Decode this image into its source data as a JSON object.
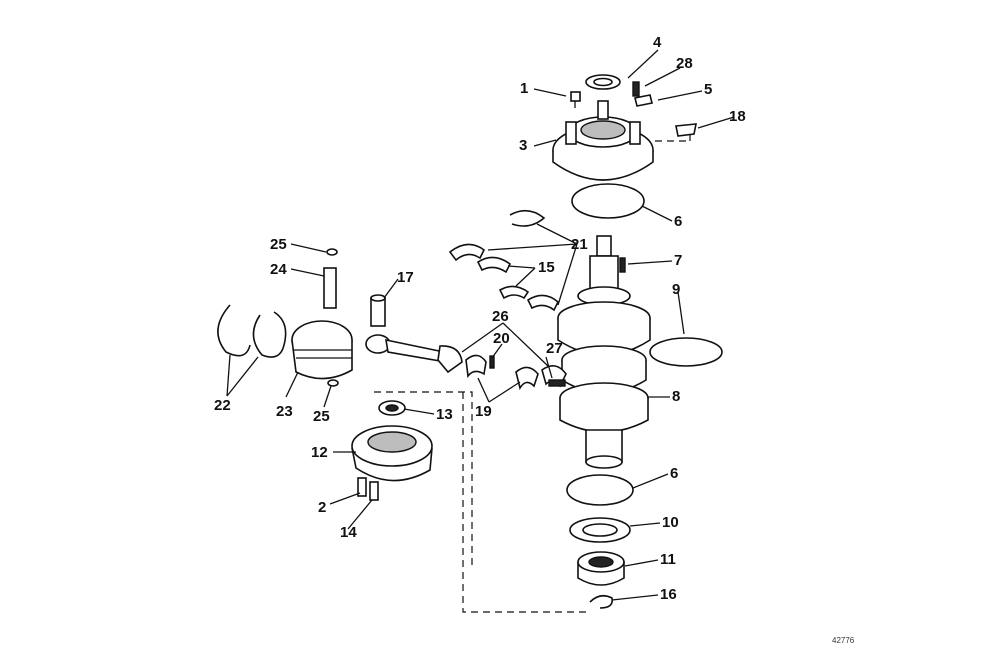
{
  "callouts": {
    "c1": "1",
    "c2": "2",
    "c3": "3",
    "c4": "4",
    "c5": "5",
    "c6a": "6",
    "c6b": "6",
    "c7": "7",
    "c8": "8",
    "c9": "9",
    "c10": "10",
    "c11": "11",
    "c12": "12",
    "c13": "13",
    "c14": "14",
    "c15": "15",
    "c16": "16",
    "c17": "17",
    "c18": "18",
    "c19": "19",
    "c20": "20",
    "c21": "21",
    "c22": "22",
    "c23": "23",
    "c24": "24",
    "c25a": "25",
    "c25b": "25",
    "c26": "26",
    "c27": "27",
    "c28": "28"
  },
  "figure_number": "42776"
}
